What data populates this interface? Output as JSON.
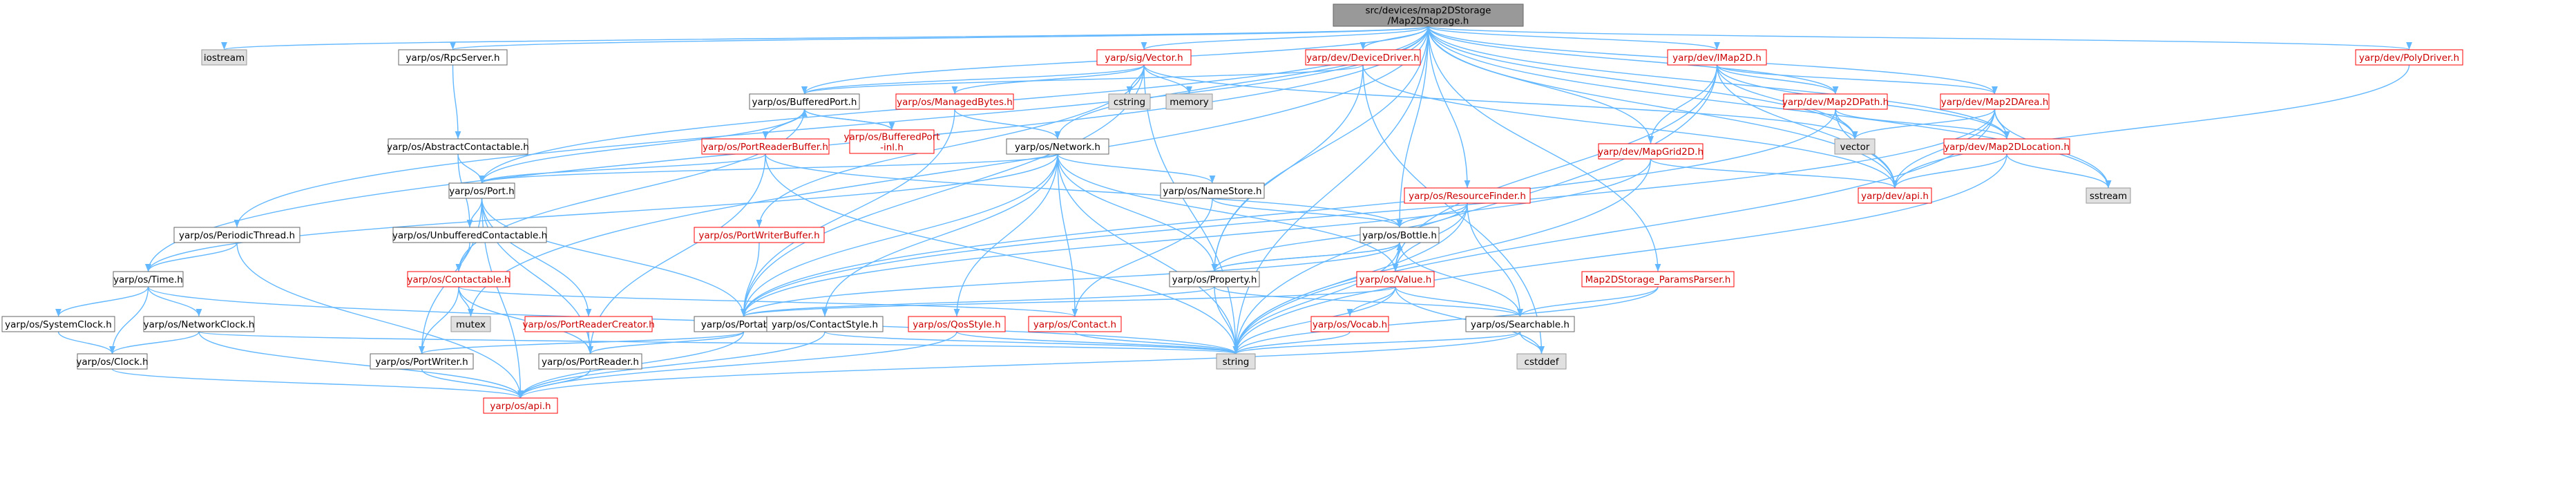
{
  "graph": {
    "colors": {
      "root_fill": "#999999",
      "node_fill": "#ffffff",
      "node_border": "#666666",
      "red_border": "#ff0000",
      "red_text": "#cc0000",
      "system_fill": "#e0e0e0",
      "system_border": "#999999",
      "edge": "#63b8ff",
      "text": "#000000"
    },
    "nodes": [
      {
        "id": "root",
        "lines": [
          "src/devices/map2DStorage",
          "/Map2DStorage.h"
        ],
        "style": "root"
      },
      {
        "id": "iostream",
        "lines": [
          "iostream"
        ],
        "style": "system"
      },
      {
        "id": "rpcserver",
        "lines": [
          "yarp/os/RpcServer.h"
        ],
        "style": "normal"
      },
      {
        "id": "abscontact",
        "lines": [
          "yarp/os/AbstractContactable.h"
        ],
        "style": "normal"
      },
      {
        "id": "port",
        "lines": [
          "yarp/os/Port.h"
        ],
        "style": "normal"
      },
      {
        "id": "unbuffered",
        "lines": [
          "yarp/os/UnbufferedContactable.h"
        ],
        "style": "normal"
      },
      {
        "id": "contactable",
        "lines": [
          "yarp/os/Contactable.h"
        ],
        "style": "red"
      },
      {
        "id": "mutex",
        "lines": [
          "mutex"
        ],
        "style": "system"
      },
      {
        "id": "prcreator",
        "lines": [
          "yarp/os/PortReaderCreator.h"
        ],
        "style": "red"
      },
      {
        "id": "portable",
        "lines": [
          "yarp/os/Portable.h"
        ],
        "style": "normal"
      },
      {
        "id": "portwriter",
        "lines": [
          "yarp/os/PortWriter.h"
        ],
        "style": "normal"
      },
      {
        "id": "portreader",
        "lines": [
          "yarp/os/PortReader.h"
        ],
        "style": "normal"
      },
      {
        "id": "api",
        "lines": [
          "yarp/os/api.h"
        ],
        "style": "red"
      },
      {
        "id": "periodic",
        "lines": [
          "yarp/os/PeriodicThread.h"
        ],
        "style": "normal"
      },
      {
        "id": "time",
        "lines": [
          "yarp/os/Time.h"
        ],
        "style": "normal"
      },
      {
        "id": "sysclock",
        "lines": [
          "yarp/os/SystemClock.h"
        ],
        "style": "normal"
      },
      {
        "id": "netclock",
        "lines": [
          "yarp/os/NetworkClock.h"
        ],
        "style": "normal"
      },
      {
        "id": "clock",
        "lines": [
          "yarp/os/Clock.h"
        ],
        "style": "normal"
      },
      {
        "id": "bufport",
        "lines": [
          "yarp/os/BufferedPort.h"
        ],
        "style": "normal"
      },
      {
        "id": "prbuffer",
        "lines": [
          "yarp/os/PortReaderBuffer.h"
        ],
        "style": "red"
      },
      {
        "id": "bufportinl",
        "lines": [
          "yarp/os/BufferedPort",
          "-inl.h"
        ],
        "style": "red"
      },
      {
        "id": "pwbuffer",
        "lines": [
          "yarp/os/PortWriterBuffer.h"
        ],
        "style": "red"
      },
      {
        "id": "vector",
        "lines": [
          "yarp/sig/Vector.h"
        ],
        "style": "red"
      },
      {
        "id": "cstring",
        "lines": [
          "cstring"
        ],
        "style": "system"
      },
      {
        "id": "memory",
        "lines": [
          "memory"
        ],
        "style": "system"
      },
      {
        "id": "managed",
        "lines": [
          "yarp/os/ManagedBytes.h"
        ],
        "style": "red"
      },
      {
        "id": "network",
        "lines": [
          "yarp/os/Network.h"
        ],
        "style": "normal"
      },
      {
        "id": "namestore",
        "lines": [
          "yarp/os/NameStore.h"
        ],
        "style": "normal"
      },
      {
        "id": "contactstyle",
        "lines": [
          "yarp/os/ContactStyle.h"
        ],
        "style": "normal"
      },
      {
        "id": "qosstyle",
        "lines": [
          "yarp/os/QosStyle.h"
        ],
        "style": "red"
      },
      {
        "id": "contact",
        "lines": [
          "yarp/os/Contact.h"
        ],
        "style": "red"
      },
      {
        "id": "devdriver",
        "lines": [
          "yarp/dev/DeviceDriver.h"
        ],
        "style": "red"
      },
      {
        "id": "property",
        "lines": [
          "yarp/os/Property.h"
        ],
        "style": "normal"
      },
      {
        "id": "bottle",
        "lines": [
          "yarp/os/Bottle.h"
        ],
        "style": "normal"
      },
      {
        "id": "value",
        "lines": [
          "yarp/os/Value.h"
        ],
        "style": "red"
      },
      {
        "id": "vocab",
        "lines": [
          "yarp/os/Vocab.h"
        ],
        "style": "red"
      },
      {
        "id": "searchable",
        "lines": [
          "yarp/os/Searchable.h"
        ],
        "style": "normal"
      },
      {
        "id": "string",
        "lines": [
          "string"
        ],
        "style": "system"
      },
      {
        "id": "cstddef",
        "lines": [
          "cstddef"
        ],
        "style": "system"
      },
      {
        "id": "resfinder",
        "lines": [
          "yarp/os/ResourceFinder.h"
        ],
        "style": "red"
      },
      {
        "id": "paramsparser",
        "lines": [
          "Map2DStorage_ParamsParser.h"
        ],
        "style": "red"
      },
      {
        "id": "imap2d",
        "lines": [
          "yarp/dev/IMap2D.h"
        ],
        "style": "red"
      },
      {
        "id": "map2dpath",
        "lines": [
          "yarp/dev/Map2DPath.h"
        ],
        "style": "red"
      },
      {
        "id": "map2darea",
        "lines": [
          "yarp/dev/Map2DArea.h"
        ],
        "style": "red"
      },
      {
        "id": "stdvector",
        "lines": [
          "vector"
        ],
        "style": "system"
      },
      {
        "id": "mapgrid",
        "lines": [
          "yarp/dev/MapGrid2D.h"
        ],
        "style": "red"
      },
      {
        "id": "map2dloc",
        "lines": [
          "yarp/dev/Map2DLocation.h"
        ],
        "style": "red"
      },
      {
        "id": "devapi",
        "lines": [
          "yarp/dev/api.h"
        ],
        "style": "red"
      },
      {
        "id": "sstream",
        "lines": [
          "sstream"
        ],
        "style": "system"
      },
      {
        "id": "polydriver",
        "lines": [
          "yarp/dev/PolyDriver.h"
        ],
        "style": "red"
      }
    ],
    "edges": [
      [
        "root",
        "iostream"
      ],
      [
        "root",
        "rpcserver"
      ],
      [
        "root",
        "periodic"
      ],
      [
        "root",
        "time"
      ],
      [
        "root",
        "bufport"
      ],
      [
        "root",
        "vector"
      ],
      [
        "root",
        "devdriver"
      ],
      [
        "root",
        "port"
      ],
      [
        "root",
        "mutex"
      ],
      [
        "root",
        "string"
      ],
      [
        "root",
        "network"
      ],
      [
        "root",
        "bottle"
      ],
      [
        "root",
        "property"
      ],
      [
        "root",
        "resfinder"
      ],
      [
        "root",
        "paramsparser"
      ],
      [
        "root",
        "imap2d"
      ],
      [
        "root",
        "map2dpath"
      ],
      [
        "root",
        "map2darea"
      ],
      [
        "root",
        "mapgrid"
      ],
      [
        "root",
        "map2dloc"
      ],
      [
        "root",
        "devapi"
      ],
      [
        "root",
        "stdvector"
      ],
      [
        "root",
        "sstream"
      ],
      [
        "root",
        "polydriver"
      ],
      [
        "rpcserver",
        "abscontact"
      ],
      [
        "abscontact",
        "port"
      ],
      [
        "abscontact",
        "unbuffered"
      ],
      [
        "port",
        "unbuffered"
      ],
      [
        "port",
        "prcreator"
      ],
      [
        "port",
        "portable"
      ],
      [
        "port",
        "portwriter"
      ],
      [
        "port",
        "portreader"
      ],
      [
        "port",
        "api"
      ],
      [
        "unbuffered",
        "contactable"
      ],
      [
        "contactable",
        "mutex"
      ],
      [
        "contactable",
        "contact"
      ],
      [
        "contactable",
        "portwriter"
      ],
      [
        "contactable",
        "portreader"
      ],
      [
        "prcreator",
        "portreader"
      ],
      [
        "portable",
        "portwriter"
      ],
      [
        "portable",
        "portreader"
      ],
      [
        "portable",
        "api"
      ],
      [
        "portwriter",
        "api"
      ],
      [
        "portreader",
        "api"
      ],
      [
        "periodic",
        "time"
      ],
      [
        "periodic",
        "api"
      ],
      [
        "time",
        "sysclock"
      ],
      [
        "time",
        "netclock"
      ],
      [
        "time",
        "clock"
      ],
      [
        "time",
        "string"
      ],
      [
        "sysclock",
        "clock"
      ],
      [
        "netclock",
        "clock"
      ],
      [
        "netclock",
        "api"
      ],
      [
        "netclock",
        "string"
      ],
      [
        "clock",
        "api"
      ],
      [
        "bufport",
        "port"
      ],
      [
        "bufport",
        "prbuffer"
      ],
      [
        "bufport",
        "bufportinl"
      ],
      [
        "bufport",
        "contactable"
      ],
      [
        "bufportinl",
        "bufport"
      ],
      [
        "prbuffer",
        "port"
      ],
      [
        "prbuffer",
        "bottle"
      ],
      [
        "prbuffer",
        "portreader"
      ],
      [
        "prbuffer",
        "string"
      ],
      [
        "vector",
        "cstring"
      ],
      [
        "vector",
        "memory"
      ],
      [
        "vector",
        "managed"
      ],
      [
        "vector",
        "bufport"
      ],
      [
        "vector",
        "pwbuffer"
      ],
      [
        "vector",
        "portable"
      ],
      [
        "vector",
        "string"
      ],
      [
        "vector",
        "stdvector"
      ],
      [
        "managed",
        "network"
      ],
      [
        "managed",
        "portable"
      ],
      [
        "pwbuffer",
        "portable"
      ],
      [
        "network",
        "port"
      ],
      [
        "network",
        "time"
      ],
      [
        "network",
        "namestore"
      ],
      [
        "network",
        "contactstyle"
      ],
      [
        "network",
        "qosstyle"
      ],
      [
        "network",
        "contact"
      ],
      [
        "network",
        "portable"
      ],
      [
        "network",
        "property"
      ],
      [
        "network",
        "value"
      ],
      [
        "network",
        "string"
      ],
      [
        "namestore",
        "bottle"
      ],
      [
        "namestore",
        "contact"
      ],
      [
        "contactstyle",
        "string"
      ],
      [
        "contactstyle",
        "api"
      ],
      [
        "qosstyle",
        "api"
      ],
      [
        "qosstyle",
        "string"
      ],
      [
        "contact",
        "string"
      ],
      [
        "devdriver",
        "bufport"
      ],
      [
        "devdriver",
        "property"
      ],
      [
        "devdriver",
        "devapi"
      ],
      [
        "property",
        "bottle"
      ],
      [
        "property",
        "string"
      ],
      [
        "property",
        "searchable"
      ],
      [
        "property",
        "portable"
      ],
      [
        "bottle",
        "property"
      ],
      [
        "bottle",
        "value"
      ],
      [
        "bottle",
        "searchable"
      ],
      [
        "bottle",
        "portable"
      ],
      [
        "bottle",
        "string"
      ],
      [
        "value",
        "bottle"
      ],
      [
        "value",
        "vocab"
      ],
      [
        "value",
        "searchable"
      ],
      [
        "value",
        "portable"
      ],
      [
        "value",
        "string"
      ],
      [
        "value",
        "cstddef"
      ],
      [
        "vocab",
        "string"
      ],
      [
        "searchable",
        "string"
      ],
      [
        "searchable",
        "cstddef"
      ],
      [
        "searchable",
        "api"
      ],
      [
        "resfinder",
        "bottle"
      ],
      [
        "resfinder",
        "property"
      ],
      [
        "resfinder",
        "value"
      ],
      [
        "resfinder",
        "searchable"
      ],
      [
        "resfinder",
        "string"
      ],
      [
        "paramsparser",
        "searchable"
      ],
      [
        "paramsparser",
        "string"
      ],
      [
        "imap2d",
        "map2dpath"
      ],
      [
        "imap2d",
        "map2darea"
      ],
      [
        "imap2d",
        "mapgrid"
      ],
      [
        "imap2d",
        "map2dloc"
      ],
      [
        "imap2d",
        "devapi"
      ],
      [
        "imap2d",
        "stdvector"
      ],
      [
        "imap2d",
        "string"
      ],
      [
        "imap2d",
        "value"
      ],
      [
        "map2dpath",
        "map2dloc"
      ],
      [
        "map2dpath",
        "devapi"
      ],
      [
        "map2dpath",
        "stdvector"
      ],
      [
        "map2dpath",
        "portable"
      ],
      [
        "map2darea",
        "map2dloc"
      ],
      [
        "map2darea",
        "devapi"
      ],
      [
        "map2darea",
        "stdvector"
      ],
      [
        "map2darea",
        "string"
      ],
      [
        "map2darea",
        "sstream"
      ],
      [
        "map2darea",
        "portable"
      ],
      [
        "mapgrid",
        "devapi"
      ],
      [
        "mapgrid",
        "string"
      ],
      [
        "mapgrid",
        "portable"
      ],
      [
        "map2dloc",
        "devapi"
      ],
      [
        "map2dloc",
        "string"
      ],
      [
        "map2dloc",
        "sstream"
      ],
      [
        "polydriver",
        "devapi"
      ],
      [
        "devdriver",
        "cstddef"
      ]
    ]
  }
}
